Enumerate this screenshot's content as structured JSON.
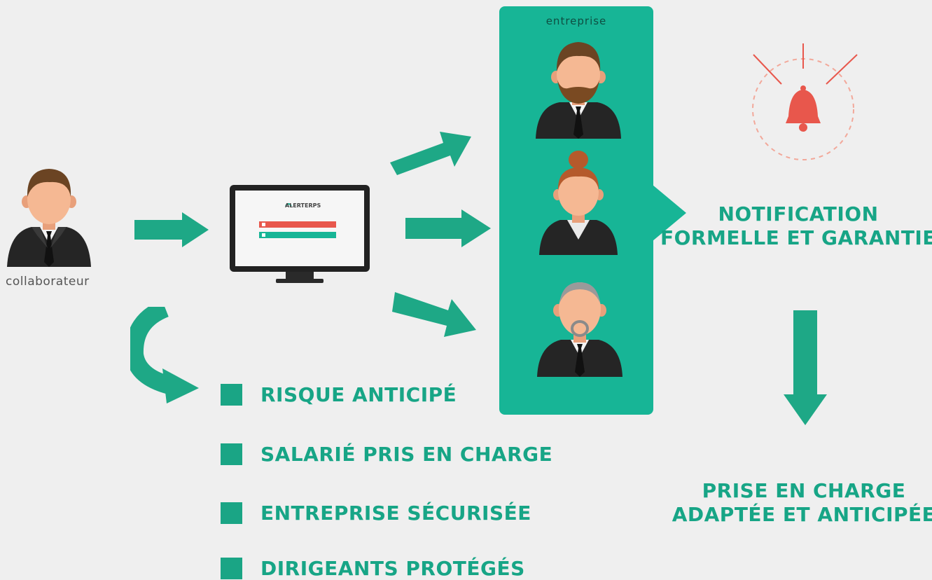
{
  "labels": {
    "collaborator": "collaborateur",
    "company": "entreprise"
  },
  "screen": {
    "app_logo": "ALERTERPS"
  },
  "notification": {
    "line1": "NOTIFICATION",
    "line2": "FORMELLE ET GARANTIE"
  },
  "outcome": {
    "line1": "PRISE EN CHARGE",
    "line2": "ADAPTÉE ET ANTICIPÉE"
  },
  "benefits": [
    "RISQUE ANTICIPÉ",
    "SALARIÉ PRIS EN CHARGE",
    "ENTREPRISE SÉCURISÉE",
    "DIRIGEANTS PROTÉGÉS"
  ],
  "colors": {
    "accent": "#17b596",
    "arrow": "#1ea886",
    "alert": "#e8574c",
    "background": "#efefef"
  }
}
